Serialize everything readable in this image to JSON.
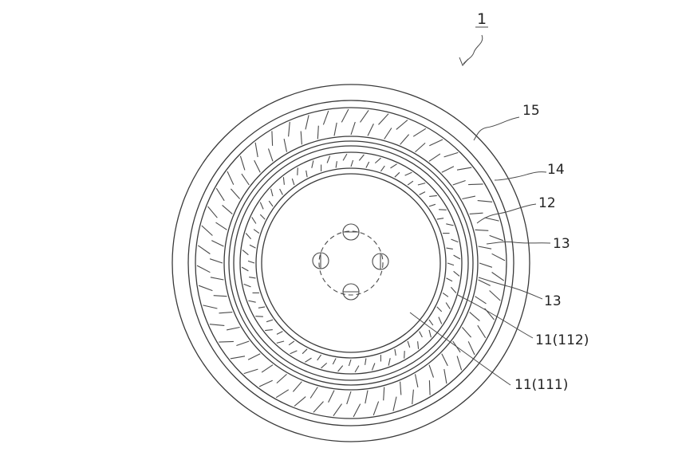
{
  "figure": {
    "reference_numeral": "1",
    "labels": [
      {
        "id": "label-15",
        "text": "15"
      },
      {
        "id": "label-14",
        "text": "14"
      },
      {
        "id": "label-12",
        "text": "12"
      },
      {
        "id": "label-13-upper",
        "text": "13"
      },
      {
        "id": "label-13-lower",
        "text": "13"
      },
      {
        "id": "label-11-112",
        "text": "11(112)"
      },
      {
        "id": "label-11-111",
        "text": "11(111)"
      }
    ]
  }
}
